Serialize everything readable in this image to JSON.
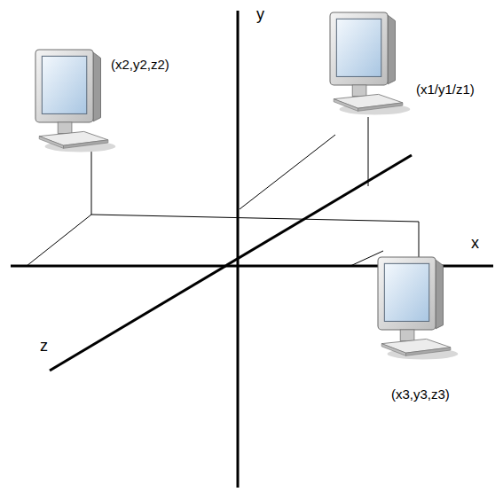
{
  "diagram": {
    "labels": [
      "y",
      "(x2,y2,z2)",
      "(x1/y1/z1)",
      "x",
      "z",
      "(x3,y3,z3)"
    ]
  }
}
